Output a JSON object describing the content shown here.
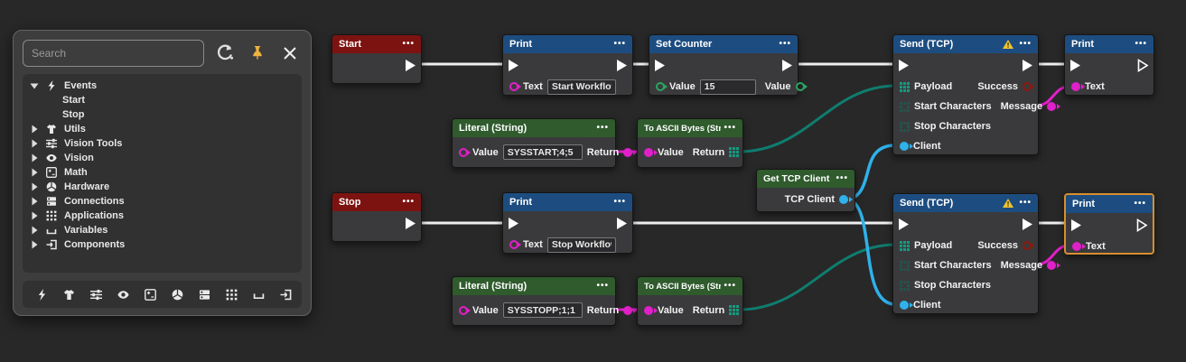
{
  "ui": {
    "menu": "•••"
  },
  "colors": {
    "canvas": "#282828",
    "header_event": "#7d1310",
    "header_action": "#1d4d80",
    "header_pure": "#2f5b2d",
    "wire_exec": "#efefef",
    "wire_string": "#e020c8",
    "wire_bytes": "#0f7d6f",
    "wire_client": "#2fb1ea",
    "selection": "#d78f2e",
    "pin_accent": "#eeb23f",
    "warning": "#f0c330"
  },
  "panel": {
    "search": {
      "placeholder": "Search"
    },
    "toolbar_icons": [
      "refresh-icon",
      "pin-icon",
      "close-icon"
    ],
    "tree": [
      {
        "label": "Events",
        "expanded": true,
        "icon": "lightning-icon"
      },
      {
        "label": "Start",
        "child": true
      },
      {
        "label": "Stop",
        "child": true
      },
      {
        "label": "Utils",
        "icon": "shirt-icon"
      },
      {
        "label": "Vision Tools",
        "icon": "sliders-icon"
      },
      {
        "label": "Vision",
        "icon": "eye-icon"
      },
      {
        "label": "Math",
        "icon": "calculator-icon"
      },
      {
        "label": "Hardware",
        "icon": "aperture-icon"
      },
      {
        "label": "Connections",
        "icon": "server-icon"
      },
      {
        "label": "Applications",
        "icon": "grid-icon"
      },
      {
        "label": "Variables",
        "icon": "bracket-icon"
      },
      {
        "label": "Components",
        "icon": "box-arrow-icon"
      }
    ],
    "bottom_icons": [
      "lightning-icon",
      "shirt-icon",
      "sliders-icon",
      "eye-icon",
      "calculator-icon",
      "aperture-icon",
      "server-icon",
      "grid-icon",
      "bracket-icon",
      "box-arrow-icon"
    ]
  },
  "nodes": {
    "start": {
      "title": "Start"
    },
    "print_top": {
      "title": "Print",
      "text_label": "Text",
      "text_value": "Start Workflow"
    },
    "set_counter": {
      "title": "Set Counter",
      "in_label": "Value",
      "in_value": "15",
      "out_label": "Value"
    },
    "send_top": {
      "title": "Send (TCP)",
      "inputs": [
        "Payload",
        "Start Characters",
        "Stop Characters",
        "Client"
      ],
      "outputs": [
        "Success",
        "Message"
      ],
      "has_warning": true
    },
    "print_out_top": {
      "title": "Print",
      "text_label": "Text"
    },
    "literal_top": {
      "title": "Literal (String)",
      "value_label": "Value",
      "value": "SYSSTART;4;5",
      "return_label": "Return"
    },
    "to_ascii_top": {
      "title": "To ASCII Bytes (String)",
      "value_label": "Value",
      "return_label": "Return"
    },
    "get_tcp_client": {
      "title": "Get TCP Client",
      "out_label": "TCP Client"
    },
    "stop": {
      "title": "Stop"
    },
    "print_bottom": {
      "title": "Print",
      "text_label": "Text",
      "text_value": "Stop Workflow"
    },
    "send_bottom": {
      "title": "Send (TCP)",
      "inputs": [
        "Payload",
        "Start Characters",
        "Stop Characters",
        "Client"
      ],
      "outputs": [
        "Success",
        "Message"
      ],
      "has_warning": true
    },
    "print_out_bottom": {
      "title": "Print",
      "text_label": "Text",
      "selected": true
    },
    "literal_bottom": {
      "title": "Literal (String)",
      "value_label": "Value",
      "value": "SYSSTOPP;1;1",
      "return_label": "Return"
    },
    "to_ascii_bottom": {
      "title": "To ASCII Bytes (String)",
      "value_label": "Value",
      "return_label": "Return"
    }
  },
  "connections": [
    {
      "from": "Start.exec",
      "to": "Print(top).exec",
      "type": "exec"
    },
    {
      "from": "Print(top).exec",
      "to": "Set Counter.exec",
      "type": "exec"
    },
    {
      "from": "Set Counter.exec",
      "to": "Send (TCP)(top).exec",
      "type": "exec"
    },
    {
      "from": "Send (TCP)(top).exec",
      "to": "Print(top-right).exec",
      "type": "exec"
    },
    {
      "from": "Literal (String)(top).Return",
      "to": "To ASCII Bytes (String)(top).Value",
      "type": "string"
    },
    {
      "from": "To ASCII Bytes (String)(top).Return",
      "to": "Send (TCP)(top).Payload",
      "type": "bytes"
    },
    {
      "from": "Send (TCP)(top).Message",
      "to": "Print(top-right).Text",
      "type": "string"
    },
    {
      "from": "Get TCP Client.TCP Client",
      "to": "Send (TCP)(top).Client",
      "type": "client"
    },
    {
      "from": "Get TCP Client.TCP Client",
      "to": "Send (TCP)(bottom).Client",
      "type": "client"
    },
    {
      "from": "Stop.exec",
      "to": "Print(bottom).exec",
      "type": "exec"
    },
    {
      "from": "Print(bottom).exec",
      "to": "Send (TCP)(bottom).exec",
      "type": "exec"
    },
    {
      "from": "Send (TCP)(bottom).exec",
      "to": "Print(bottom-right).exec",
      "type": "exec"
    },
    {
      "from": "Literal (String)(bottom).Return",
      "to": "To ASCII Bytes (String)(bottom).Value",
      "type": "string"
    },
    {
      "from": "To ASCII Bytes (String)(bottom).Return",
      "to": "Send (TCP)(bottom).Payload",
      "type": "bytes"
    },
    {
      "from": "Send (TCP)(bottom).Message",
      "to": "Print(bottom-right).Text",
      "type": "string"
    }
  ]
}
